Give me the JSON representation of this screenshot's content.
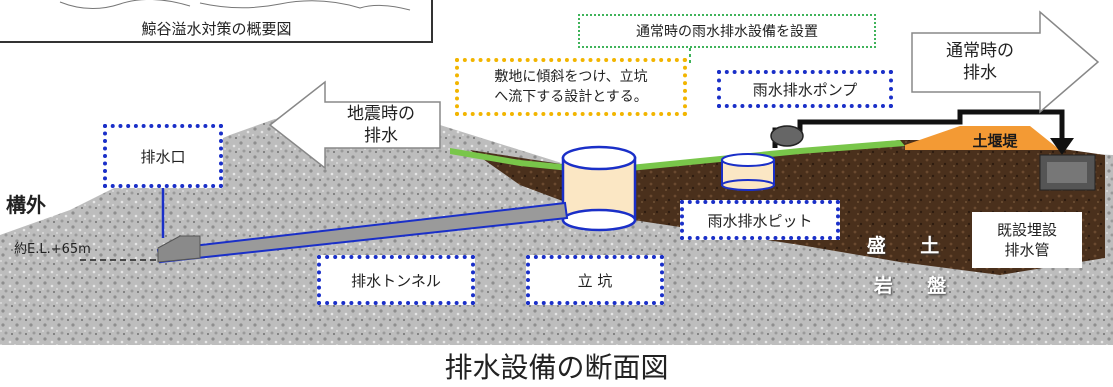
{
  "colors": {
    "accent_blue": "#1a2fc8",
    "accent_orange": "#f2b500",
    "accent_green": "#3fb35a",
    "rock": "#b9b9b9",
    "embankment": "#4e3420",
    "weir": "#f39a34",
    "grass": "#79c64a"
  },
  "header": {
    "title": "鯨谷溢水対策の概要図"
  },
  "labels": {
    "normal_equipment": "通常時の雨水排水設備を設置",
    "normal_drain": "通常時の\n排水",
    "earthquake_drain": "地震時の\n排水",
    "slope_design": "敷地に傾斜をつけ、立坑\nへ流下する設計とする。",
    "rain_pump": "雨水排水ポンプ",
    "drain_outlet": "排水口",
    "outside": "構外",
    "elevation": "約E.L.+65m",
    "weir": "土堰堤",
    "rain_pit": "雨水排水ピット",
    "embankment": "盛 土",
    "bedrock": "岩 盤",
    "existing_pipe": "既設埋設\n排水管",
    "tunnel": "排水トンネル",
    "shaft": "立 坑",
    "caption": "排水設備の断面図"
  },
  "icons": [
    "arrow-left-icon",
    "arrow-right-icon",
    "pump-icon",
    "shaft-icon",
    "pit-icon",
    "pipe-icon"
  ]
}
